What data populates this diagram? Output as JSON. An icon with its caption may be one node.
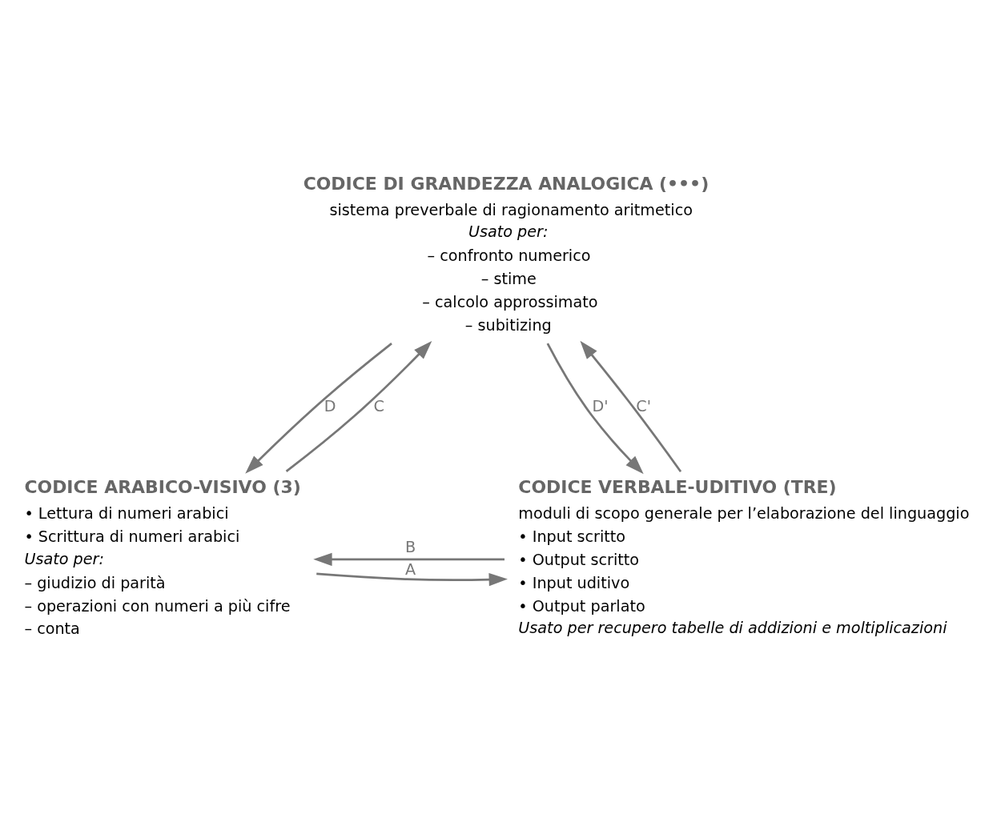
{
  "diagram": {
    "nodes": [
      {
        "text": [
          "CODICE DI GRANDEZZA ANALOGICA (•••)",
          "sistema preverbale di ragionamento aritmetico",
          "Usato per:",
          "– confronto numerico",
          "– stime",
          "– calcolo approssimato",
          "– subitizing"
        ]
      },
      {
        "text": [
          "CODICE ARABICO-VISIVO (3)",
          "• Lettura di numeri arabici",
          "• Scrittura di numeri arabici",
          "Usato per:",
          "– giudizio di parità",
          "– operazioni con numeri a più cifre",
          "– conta"
        ]
      },
      {
        "text": [
          "CODICE VERBALE-UDITIVO (TRE)",
          "moduli di scopo generale per l’elaborazione del linguaggio",
          "• Input scritto",
          "• Output scritto",
          "• Input uditivo",
          "• Output parlato",
          "Usato per recupero tabelle di addizioni e moltiplicazioni"
        ]
      }
    ],
    "edges": [
      {
        "from": 0,
        "to": 1,
        "arrow": "to",
        "label": "D"
      },
      {
        "from": 1,
        "to": 0,
        "arrow": "to",
        "label": "C"
      },
      {
        "from": 0,
        "to": 2,
        "arrow": "to",
        "label": "D'"
      },
      {
        "from": 2,
        "to": 0,
        "arrow": "to",
        "label": "C'"
      },
      {
        "from": 2,
        "to": 1,
        "arrow": "to",
        "label": "B"
      },
      {
        "from": 1,
        "to": 2,
        "arrow": "to",
        "label": "A"
      }
    ]
  }
}
